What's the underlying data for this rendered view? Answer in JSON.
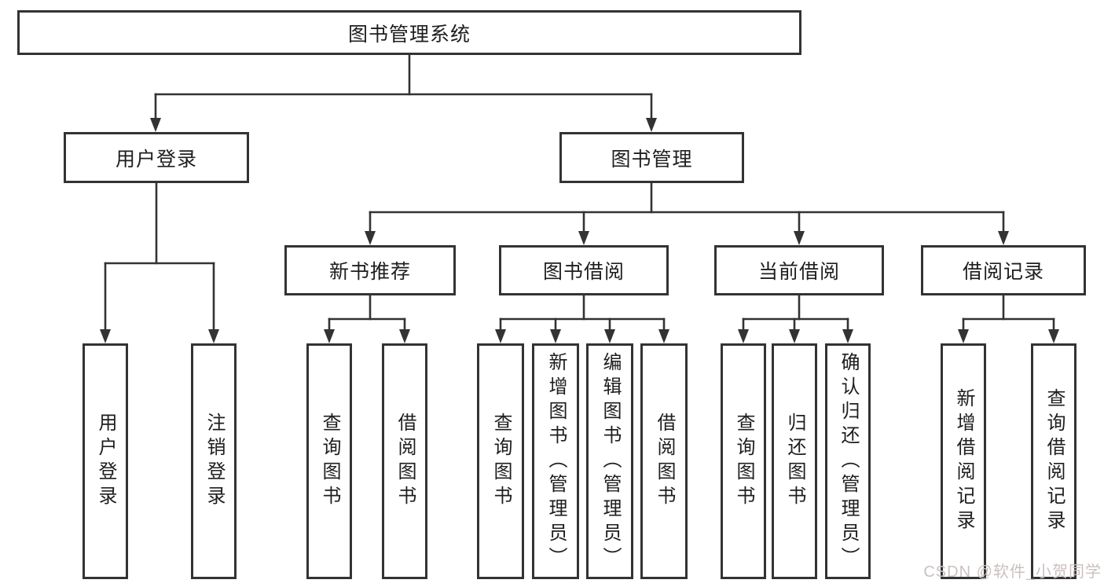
{
  "tree": {
    "label": "图书管理系统",
    "children": [
      {
        "label": "用户登录",
        "children": [
          {
            "label": "用户登录"
          },
          {
            "label": "注销登录"
          }
        ]
      },
      {
        "label": "图书管理",
        "children": [
          {
            "label": "新书推荐",
            "children": [
              {
                "label": "查询图书"
              },
              {
                "label": "借阅图书"
              }
            ]
          },
          {
            "label": "图书借阅",
            "children": [
              {
                "label": "查询图书"
              },
              {
                "label": "新增图书（管理员）"
              },
              {
                "label": "编辑图书（管理员）"
              },
              {
                "label": "借阅图书"
              }
            ]
          },
          {
            "label": "当前借阅",
            "children": [
              {
                "label": "查询图书"
              },
              {
                "label": "归还图书"
              },
              {
                "label": "确认归还（管理员）"
              }
            ]
          },
          {
            "label": "借阅记录",
            "children": [
              {
                "label": "新增借阅记录"
              },
              {
                "label": "查询借阅记录"
              }
            ]
          }
        ]
      }
    ]
  },
  "watermark": "CSDN @软件_小贺同学",
  "colors": {
    "line": "#333333",
    "text": "#1e1e1e",
    "background": "#ffffff",
    "watermark": "#ccc0c0"
  }
}
